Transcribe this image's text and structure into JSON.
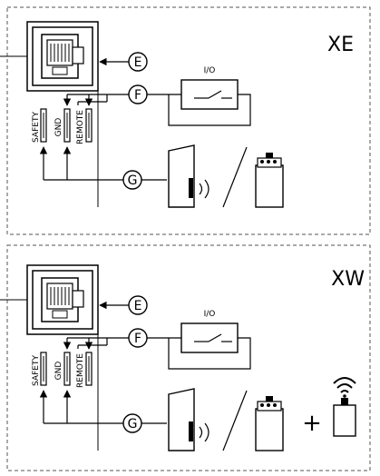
{
  "panels": [
    {
      "model": "XE",
      "io_label": "I/O",
      "callouts": [
        "E",
        "F",
        "G"
      ],
      "terminals": [
        "SAFETY",
        "GND",
        "REMOTE"
      ],
      "devices": [
        "door-sensor-icon",
        "battery-pack-icon"
      ]
    },
    {
      "model": "XW",
      "io_label": "I/O",
      "callouts": [
        "E",
        "F",
        "G"
      ],
      "terminals": [
        "SAFETY",
        "GND",
        "REMOTE"
      ],
      "devices": [
        "door-sensor-icon",
        "battery-pack-icon",
        "wireless-receiver-icon"
      ],
      "plus_sign": "+"
    }
  ]
}
